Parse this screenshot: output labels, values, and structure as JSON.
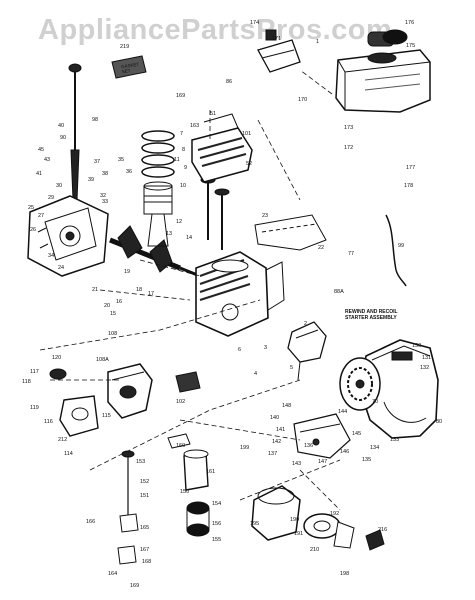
{
  "watermark": "AppliancePartsPros.com",
  "kit_label": "GASKET SET",
  "note_lines": [
    "REWIND AND RECOIL",
    "STARTER ASSEMBLY"
  ],
  "callouts": {
    "n174": "174",
    "n171": "171",
    "n1": "1",
    "n176": "176",
    "n175": "175",
    "n219": "219",
    "n86": "86",
    "n98": "98",
    "n169": "169",
    "n163": "163",
    "n101": "101",
    "n170": "170",
    "n173": "173",
    "n172": "172",
    "n177": "177",
    "n178": "178",
    "n40": "40",
    "n90": "90",
    "n45": "45",
    "n43": "43",
    "n41": "41",
    "n7": "7",
    "n8": "8",
    "n9": "9",
    "n10": "10",
    "n11": "11",
    "n12": "12",
    "n13": "13",
    "n14": "14",
    "n15": "15",
    "n16": "16",
    "n17": "17",
    "n18": "18",
    "n19": "19",
    "n20": "20",
    "n21": "21",
    "n22": "22",
    "n23": "23",
    "n24": "24",
    "n25": "25",
    "n26": "26",
    "n27": "27",
    "n29": "29",
    "n30": "30",
    "n32": "32",
    "n33": "33",
    "n34": "34",
    "n35": "35",
    "n36": "36",
    "n37": "37",
    "n38": "38",
    "n39": "39",
    "n51": "51",
    "n52": "52",
    "n77": "77",
    "n99": "99",
    "n88A": "88A",
    "n6": "6",
    "n4": "4",
    "n3": "3",
    "n5": "5",
    "n2": "2",
    "n70": "70",
    "n80": "80",
    "n120": "120",
    "n117": "117",
    "n118": "118",
    "n119": "119",
    "n116": "116",
    "n212": "212",
    "n114": "114",
    "n115": "115",
    "n108": "108",
    "n108A": "108A",
    "n102": "102",
    "n160": "160",
    "n161": "161",
    "n150": "150",
    "n154": "154",
    "n156": "156",
    "n155": "155",
    "n153": "153",
    "n152": "152",
    "n151": "151",
    "n148": "148",
    "n140": "140",
    "n141": "141",
    "n142": "142",
    "n143": "143",
    "n144": "144",
    "n145": "145",
    "n146": "146",
    "n147": "147",
    "n137": "137",
    "n136": "136",
    "n134": "134",
    "n135": "135",
    "n130": "130",
    "n131": "131",
    "n132": "132",
    "n133": "133",
    "n166": "166",
    "n165": "165",
    "n164": "164",
    "n167": "167",
    "n168": "168",
    "n169b": "169",
    "n199": "199",
    "n195": "195",
    "n190": "190",
    "n191": "191",
    "n210": "210",
    "n216": "216",
    "n198": "198",
    "n192": "192"
  }
}
